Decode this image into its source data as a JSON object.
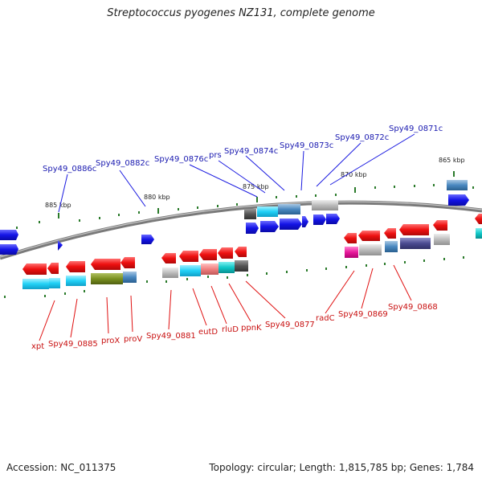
{
  "title": "Streptococcus pyogenes NZ131, complete genome",
  "footer": {
    "accession": "Accession: NC_011375",
    "summary": "Topology: circular; Length: 1,815,785 bp; Genes: 1,784"
  },
  "colors": {
    "backbone": "#888888",
    "forward_gene": "#1a1adc",
    "reverse_gene": "#e01010",
    "label_forward": "#1a1ab0",
    "label_reverse": "#c81010",
    "tick": "#2a7a2a"
  },
  "kbp_markers": [
    "885 kbp",
    "880 kbp",
    "875 kbp",
    "870 kbp",
    "865 kbp"
  ],
  "forward_labels": [
    "Spy49_0886c",
    "Spy49_0882c",
    "Spy49_0876c",
    "prs",
    "Spy49_0874c",
    "Spy49_0873c",
    "Spy49_0872c",
    "Spy49_0871c"
  ],
  "reverse_labels": [
    "xpt",
    "Spy49_0885",
    "proX",
    "proV",
    "Spy49_0881",
    "eutD",
    "rluD",
    "ppnK",
    "Spy49_0877",
    "radC",
    "Spy49_0869",
    "Spy49_0868"
  ]
}
